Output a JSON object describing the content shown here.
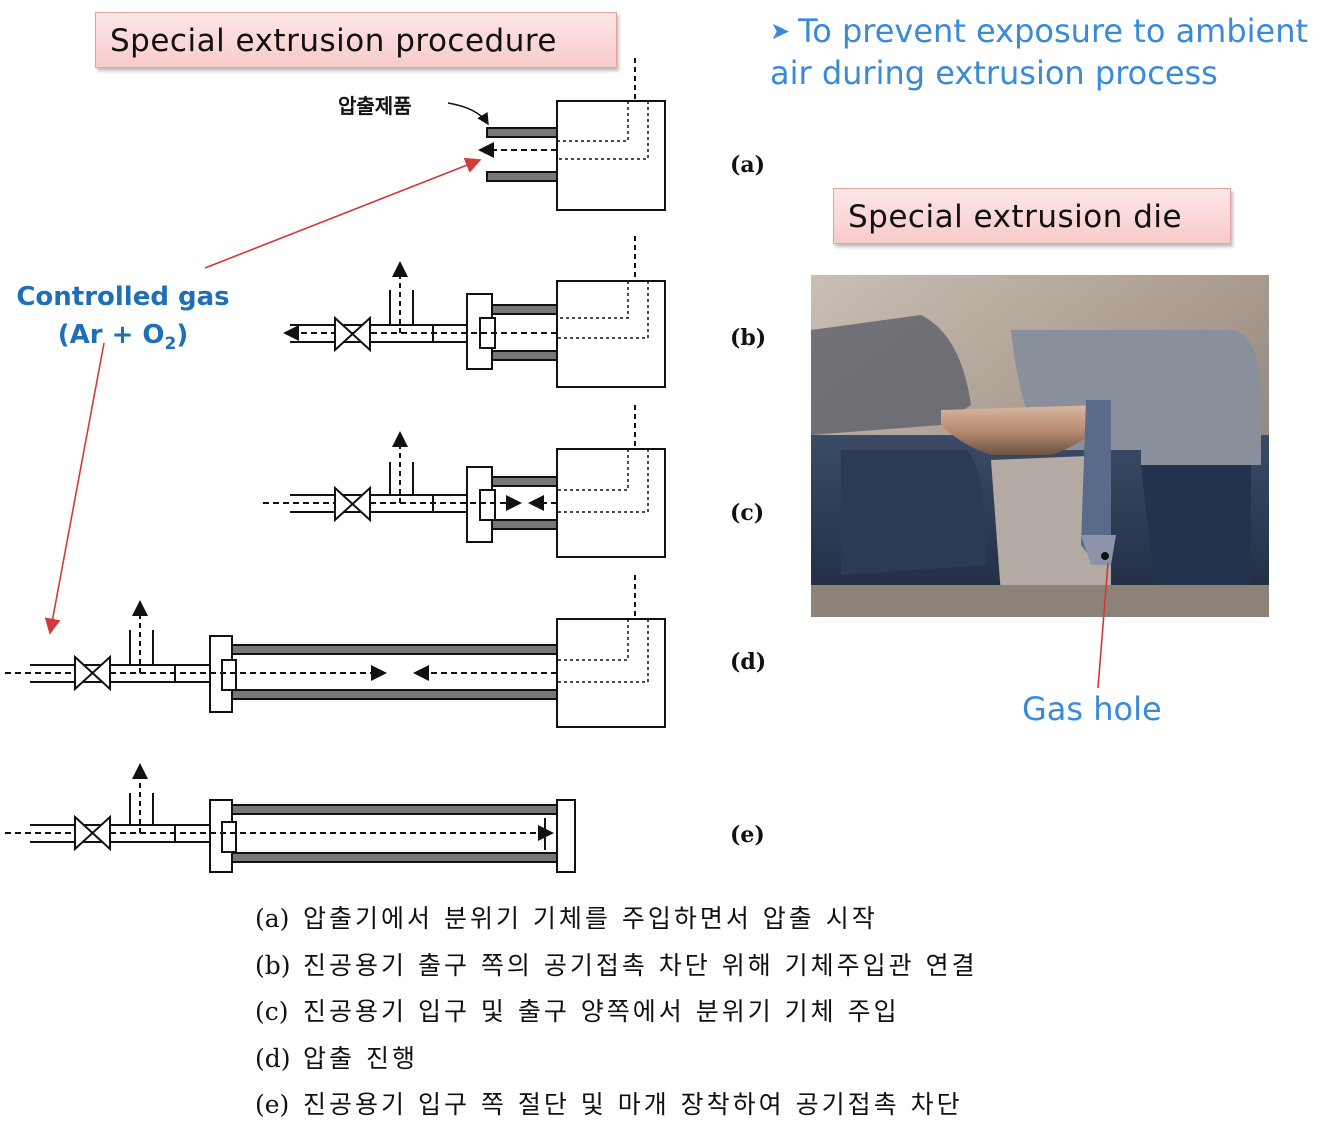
{
  "title": "Special extrusion procedure",
  "note": "To prevent exposure to ambient air during extrusion process",
  "die_title": "Special extrusion die",
  "gas_label": {
    "line1": "Controlled gas",
    "line2_pre": "(Ar + O",
    "line2_sub": "2",
    "line2_post": ")"
  },
  "product_label": "압출제품",
  "gas_hole_label": "Gas hole",
  "steps": [
    {
      "tag": "(a)",
      "text": "압출기에서 분위기 기체를 주입하면서 압출 시작"
    },
    {
      "tag": "(b)",
      "text": "진공용기 출구 쪽의 공기접촉 차단 위해 기체주입관 연결"
    },
    {
      "tag": "(c)",
      "text": "진공용기 입구 및 출구 양쪽에서 분위기 기체 주입"
    },
    {
      "tag": "(d)",
      "text": "압출 진행"
    },
    {
      "tag": "(e)",
      "text": "진공용기 입구 쪽 절단 및 마개 장착하여 공기접촉 차단"
    }
  ],
  "colors": {
    "accent_blue": "#3a8ad8",
    "label_blue": "#1e6fb8",
    "arrow_red": "#d23a3a",
    "pill_pink": "#f8caca"
  }
}
